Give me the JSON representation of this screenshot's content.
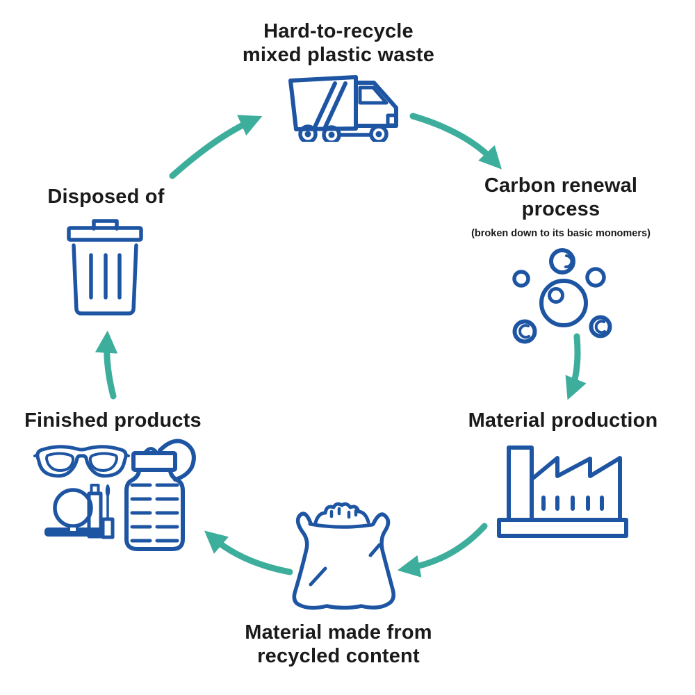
{
  "diagram": {
    "kind": "circular process flow",
    "direction": "clockwise"
  },
  "colors": {
    "icon_outline_blue": "#1E55A3",
    "arrow_teal": "#3EAE9C",
    "text": "#1A1A1A",
    "background": "#FFFFFF"
  },
  "nodes": [
    {
      "id": "mixed-plastic-waste",
      "position": "top",
      "label": "Hard-to-recycle\nmixed plastic waste",
      "icon": "garbage-truck-icon"
    },
    {
      "id": "carbon-renewal",
      "position": "right",
      "label": "Carbon renewal\nprocess",
      "sublabel": "(broken down to its basic monomers)",
      "icon": "monomer-molecules-icon"
    },
    {
      "id": "material-production",
      "position": "bottom-right",
      "label": "Material production",
      "icon": "factory-icon"
    },
    {
      "id": "recycled-material",
      "position": "bottom",
      "label": "Material made from\nrecycled content",
      "icon": "material-sack-icon"
    },
    {
      "id": "finished-products",
      "position": "left",
      "label": "Finished products",
      "icon": "finished-products-icons",
      "sub_icons": [
        "glasses-icon",
        "compact-mirror-icon",
        "mascara-icon",
        "bottle-icon"
      ]
    },
    {
      "id": "disposed-of",
      "position": "top-left",
      "label": "Disposed of",
      "icon": "trash-can-icon"
    }
  ],
  "arrows": [
    {
      "from": "disposed-of",
      "to": "mixed-plastic-waste"
    },
    {
      "from": "mixed-plastic-waste",
      "to": "carbon-renewal"
    },
    {
      "from": "carbon-renewal",
      "to": "material-production"
    },
    {
      "from": "material-production",
      "to": "recycled-material"
    },
    {
      "from": "recycled-material",
      "to": "finished-products"
    },
    {
      "from": "finished-products",
      "to": "disposed-of"
    }
  ]
}
